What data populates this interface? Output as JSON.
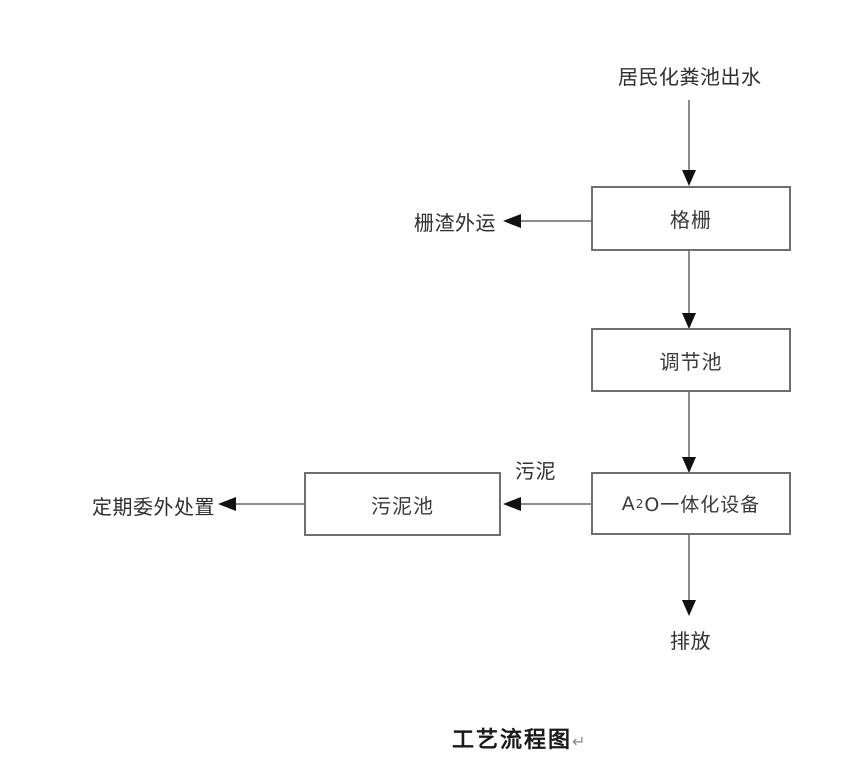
{
  "diagram": {
    "source_label": "居民化粪池出水",
    "boxes": {
      "grid_screen": "格栅",
      "regulating_tank": "调节池",
      "a2o": {
        "prefix": "A",
        "sup": "2",
        "suffix": "O一体化设备"
      },
      "sludge_tank": "污泥池"
    },
    "labels": {
      "screenings_outbound": "栅渣外运",
      "sludge": "污泥",
      "periodic_external_disposal": "定期委外处置",
      "discharge": "排放"
    },
    "caption": {
      "text": "工艺流程图",
      "paragraph_mark": "↵"
    }
  },
  "colors": {
    "background": "#ffffff",
    "line": "#8c8c8c",
    "arrowhead": "#111111",
    "box_border": "#6f6f6f",
    "text": "#2f2f2f"
  }
}
